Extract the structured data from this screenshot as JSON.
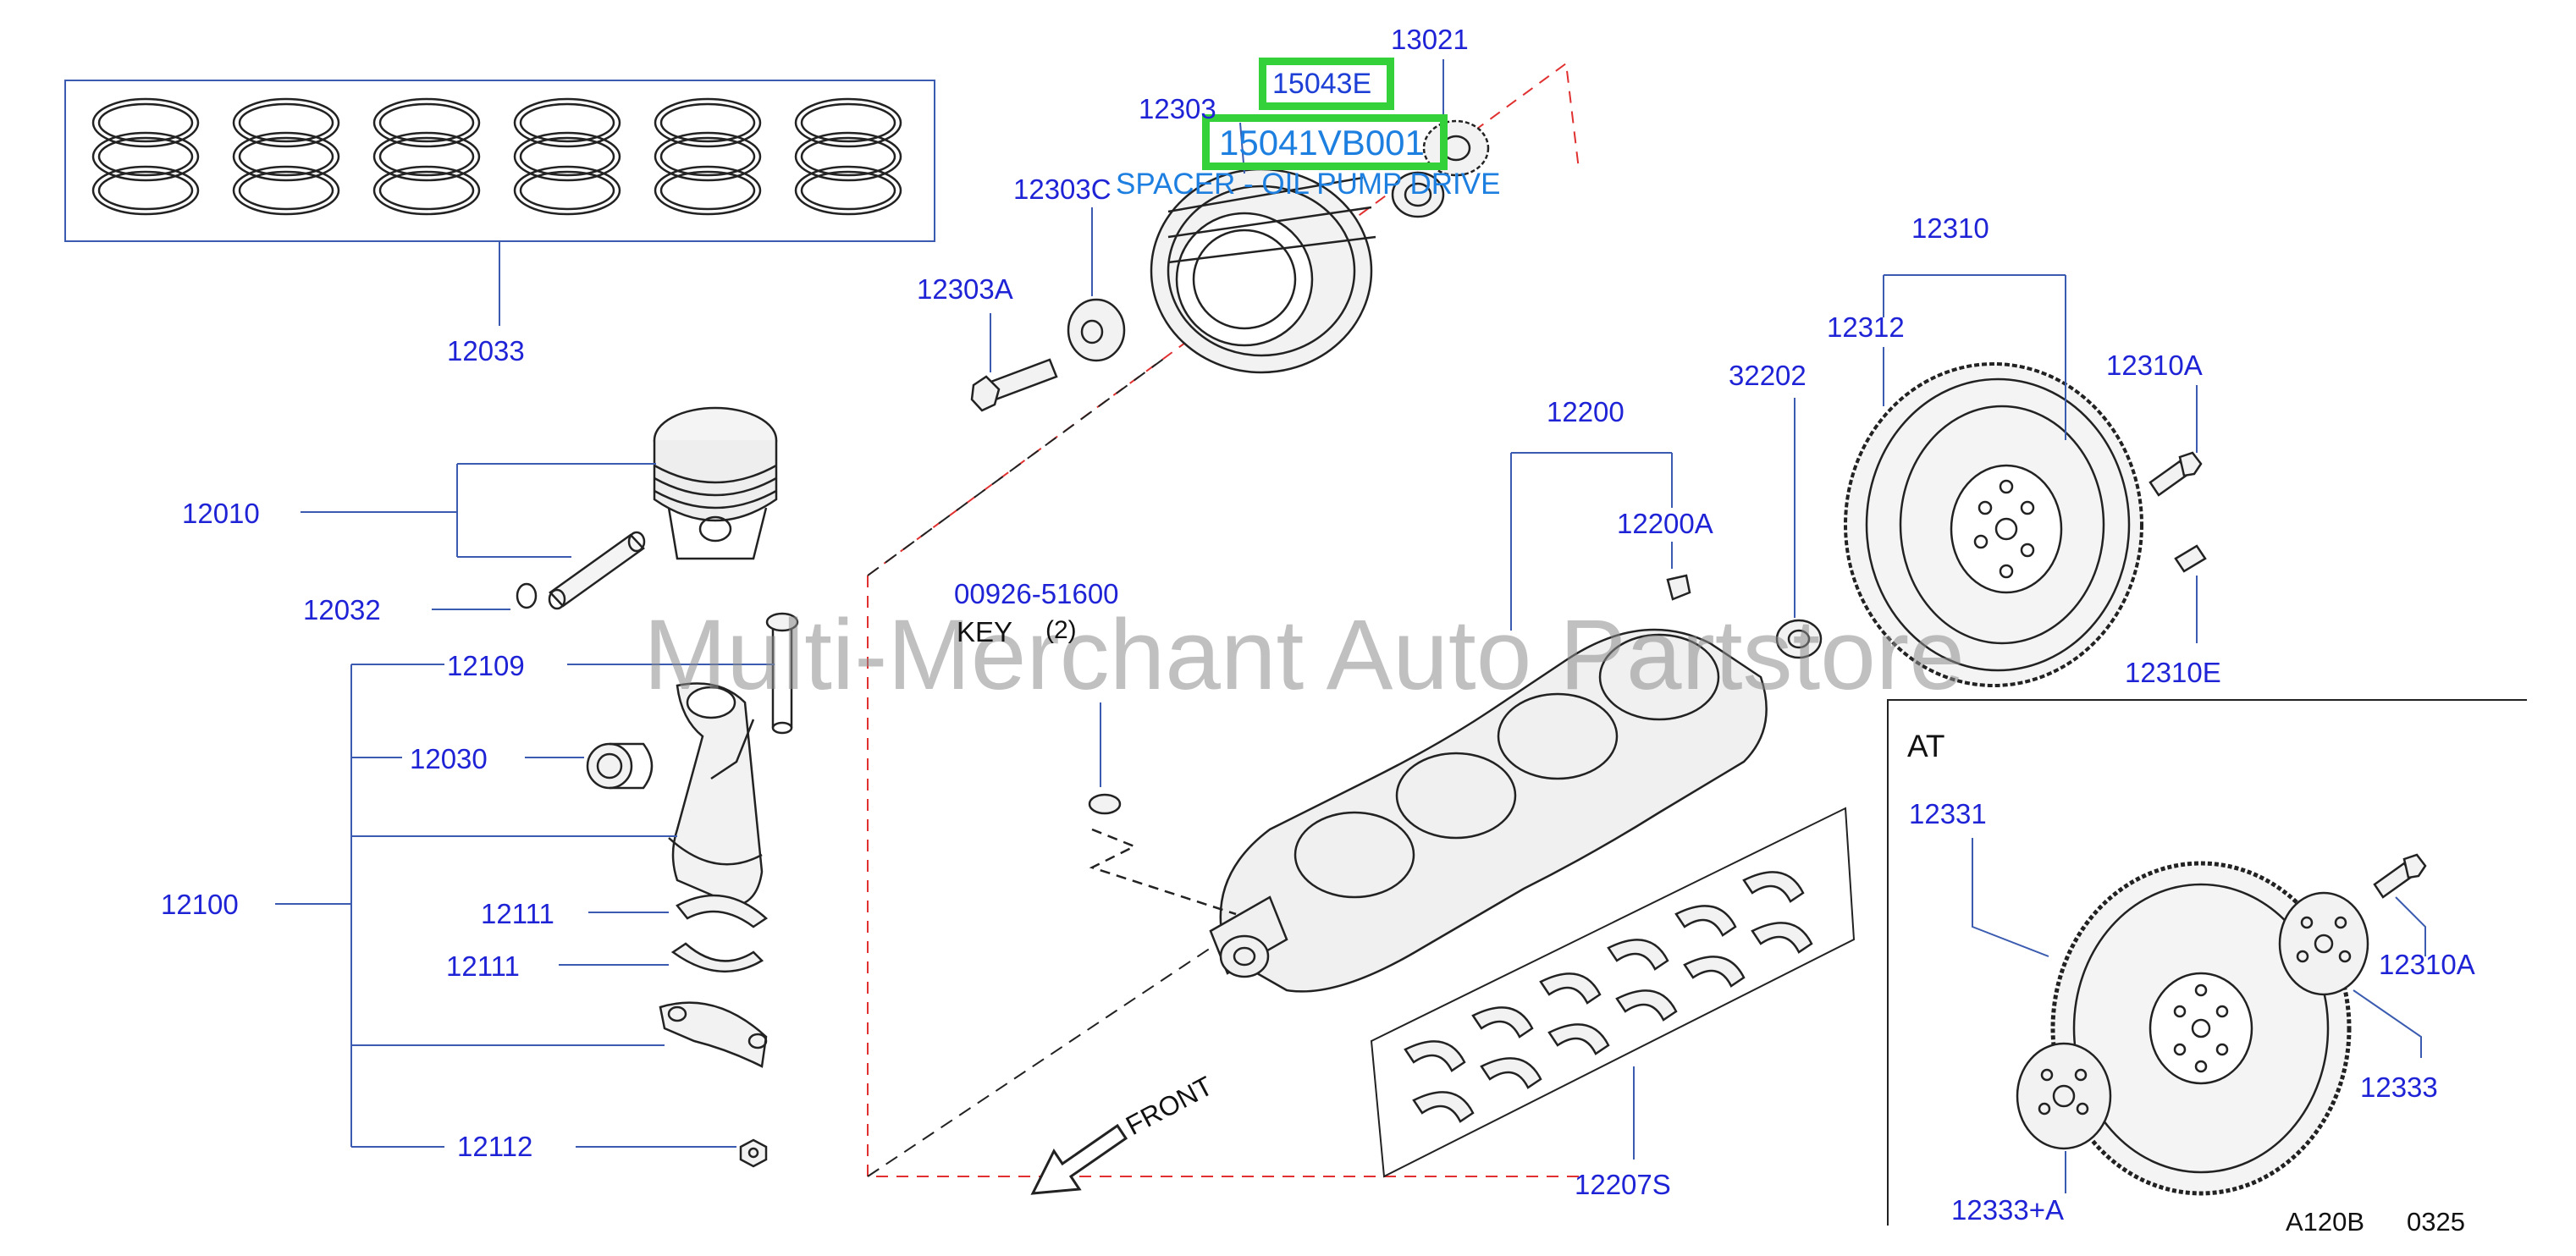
{
  "diagram": {
    "watermark": "Multi-Merchant Auto Partstore",
    "section_at": "AT",
    "diagram_code": "A120B",
    "diagram_code2": "0325",
    "front_label": "FRONT",
    "highlight": {
      "part_upper": "15043E",
      "part_lower": "15041VB001",
      "description": "SPACER - OIL PUMP DRIVE"
    },
    "parts": {
      "p13021": "13021",
      "p12303": "12303",
      "p12303C": "12303C",
      "p12303A": "12303A",
      "p12033": "12033",
      "p12010": "12010",
      "p12032": "12032",
      "p12109": "12109",
      "p12030": "12030",
      "p12100": "12100",
      "p12111a": "12111",
      "p12111b": "12111",
      "p12112": "12112",
      "p00926": "00926-51600",
      "key": "KEY",
      "key_qty": "(2)",
      "p12200": "12200",
      "p12200A": "12200A",
      "p32202": "32202",
      "p12310": "12310",
      "p12312": "12312",
      "p12310A": "12310A",
      "p12310E": "12310E",
      "p12207S": "12207S",
      "p12331": "12331",
      "p12310A_at": "12310A",
      "p12333": "12333",
      "p12333A": "12333+A"
    },
    "colors": {
      "label": "#1f23d6",
      "highlight_border": "#35d13a",
      "highlight_text": "#1d7fe0",
      "dashed_red": "#e03030",
      "line": "#222222"
    }
  }
}
